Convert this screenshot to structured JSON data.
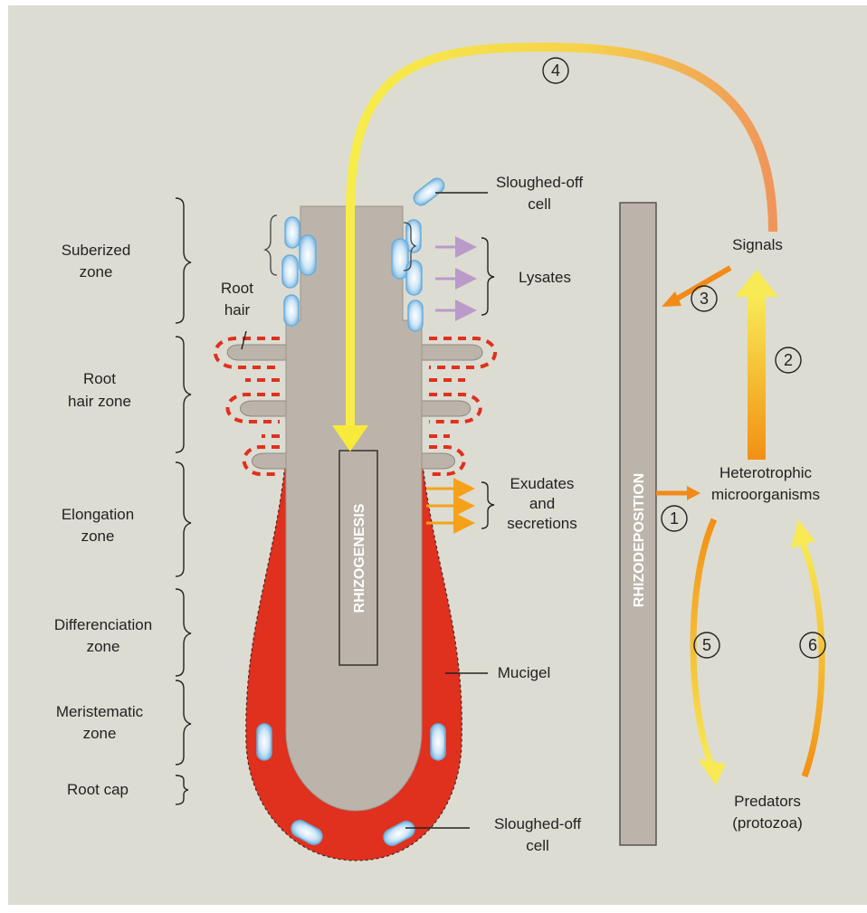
{
  "zones": {
    "suberized": [
      "Suberized",
      "zone"
    ],
    "root_hair": [
      "Root",
      "hair zone"
    ],
    "elongation": [
      "Elongation",
      "zone"
    ],
    "differenciation": [
      "Differenciation",
      "zone"
    ],
    "meristematic": [
      "Meristematic",
      "zone"
    ],
    "root_cap": "Root cap"
  },
  "labels": {
    "root_hair": [
      "Root",
      "hair"
    ],
    "sloughed_top": [
      "Sloughed-off",
      "cell"
    ],
    "lysates": "Lysates",
    "exudates": [
      "Exudates",
      "and",
      "secretions"
    ],
    "mucigel": "Mucigel",
    "sloughed_bottom": [
      "Sloughed-off",
      "cell"
    ],
    "signals": "Signals",
    "heterotrophic": [
      "Heterotrophic",
      "microorganisms"
    ],
    "predators": [
      "Predators",
      "(protozoa)"
    ]
  },
  "bars": {
    "rhizogenesis": "RHIZOGENESIS",
    "rhizodeposition": "RHIZODEPOSITION"
  },
  "steps": [
    "1",
    "2",
    "3",
    "4",
    "5",
    "6"
  ],
  "colors": {
    "background": "#dddcd2",
    "root": "#bcb4aa",
    "mucigel": "#e0301e",
    "cell": "#8ec2e6",
    "lysate_arrow": "#b99ac9",
    "arrow_yellow": "#f6e63a",
    "arrow_orange": "#f28a1a"
  }
}
